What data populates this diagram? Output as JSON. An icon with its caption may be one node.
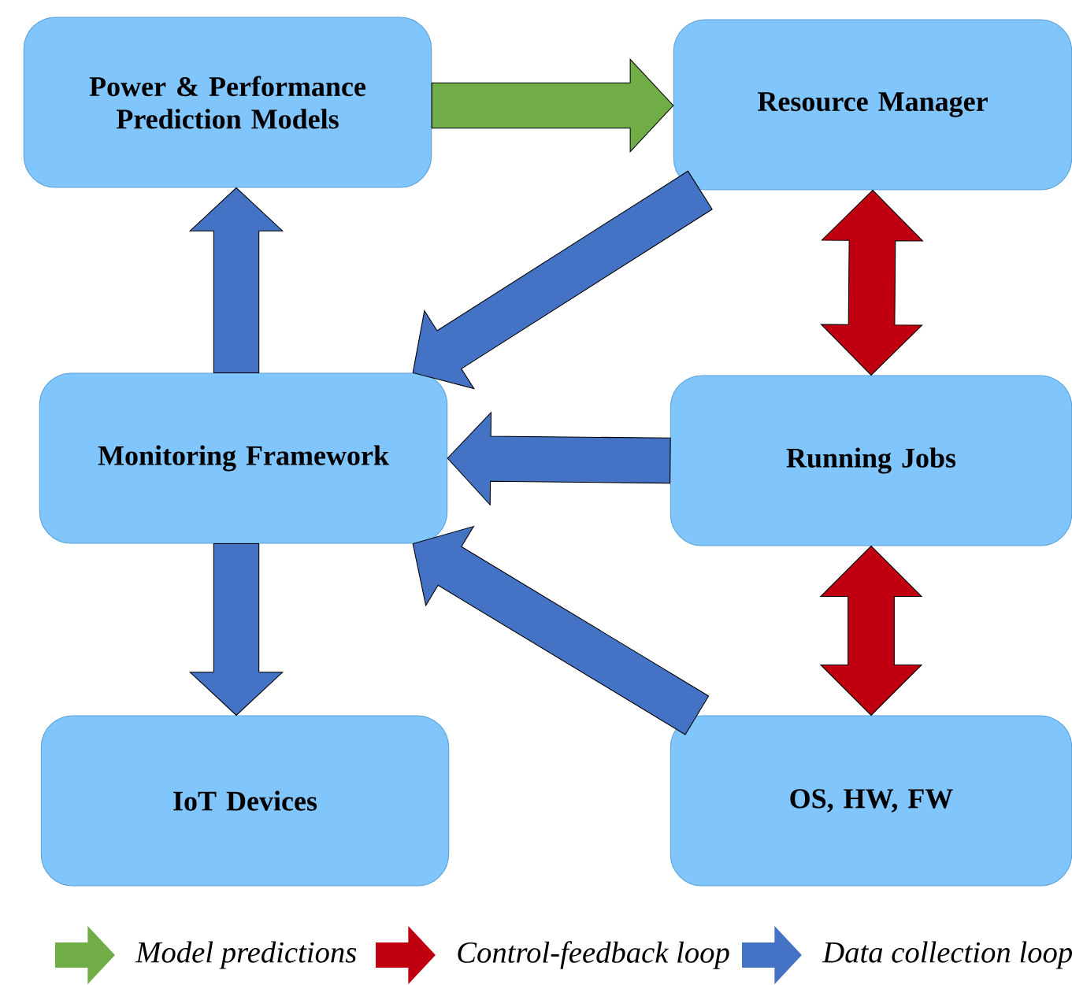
{
  "diagram": {
    "nodes": [
      {
        "text": [
          "Power & Performance Prediction Models"
        ]
      },
      {
        "text": [
          "Resource Manager"
        ]
      },
      {
        "text": [
          "Monitoring Framework"
        ]
      },
      {
        "text": [
          "Running Jobs"
        ]
      },
      {
        "text": [
          "IoT Devices"
        ]
      },
      {
        "text": [
          "OS, HW, FW"
        ]
      }
    ],
    "edges": [
      {
        "from": 0,
        "to": 1,
        "arrow": "to",
        "color": "#70ad47"
      },
      {
        "from": 1,
        "to": 2,
        "arrow": "to"
      },
      {
        "from": 1,
        "to": 3,
        "arrow": "both",
        "color": "#c00010"
      },
      {
        "from": 3,
        "to": 2,
        "arrow": "to"
      },
      {
        "from": 2,
        "to": 0,
        "arrow": "to"
      },
      {
        "from": 2,
        "to": 4,
        "arrow": "to"
      },
      {
        "from": 5,
        "to": 2,
        "arrow": "to"
      },
      {
        "from": 3,
        "to": 5,
        "arrow": "both",
        "color": "#c00010"
      }
    ],
    "legend": [
      {
        "text": "Model predictions",
        "color": "#70ad47"
      },
      {
        "text": "Control-feedback loop",
        "color": "#c00010"
      },
      {
        "text": "Data collection loop",
        "color": "#4472c4"
      }
    ]
  }
}
